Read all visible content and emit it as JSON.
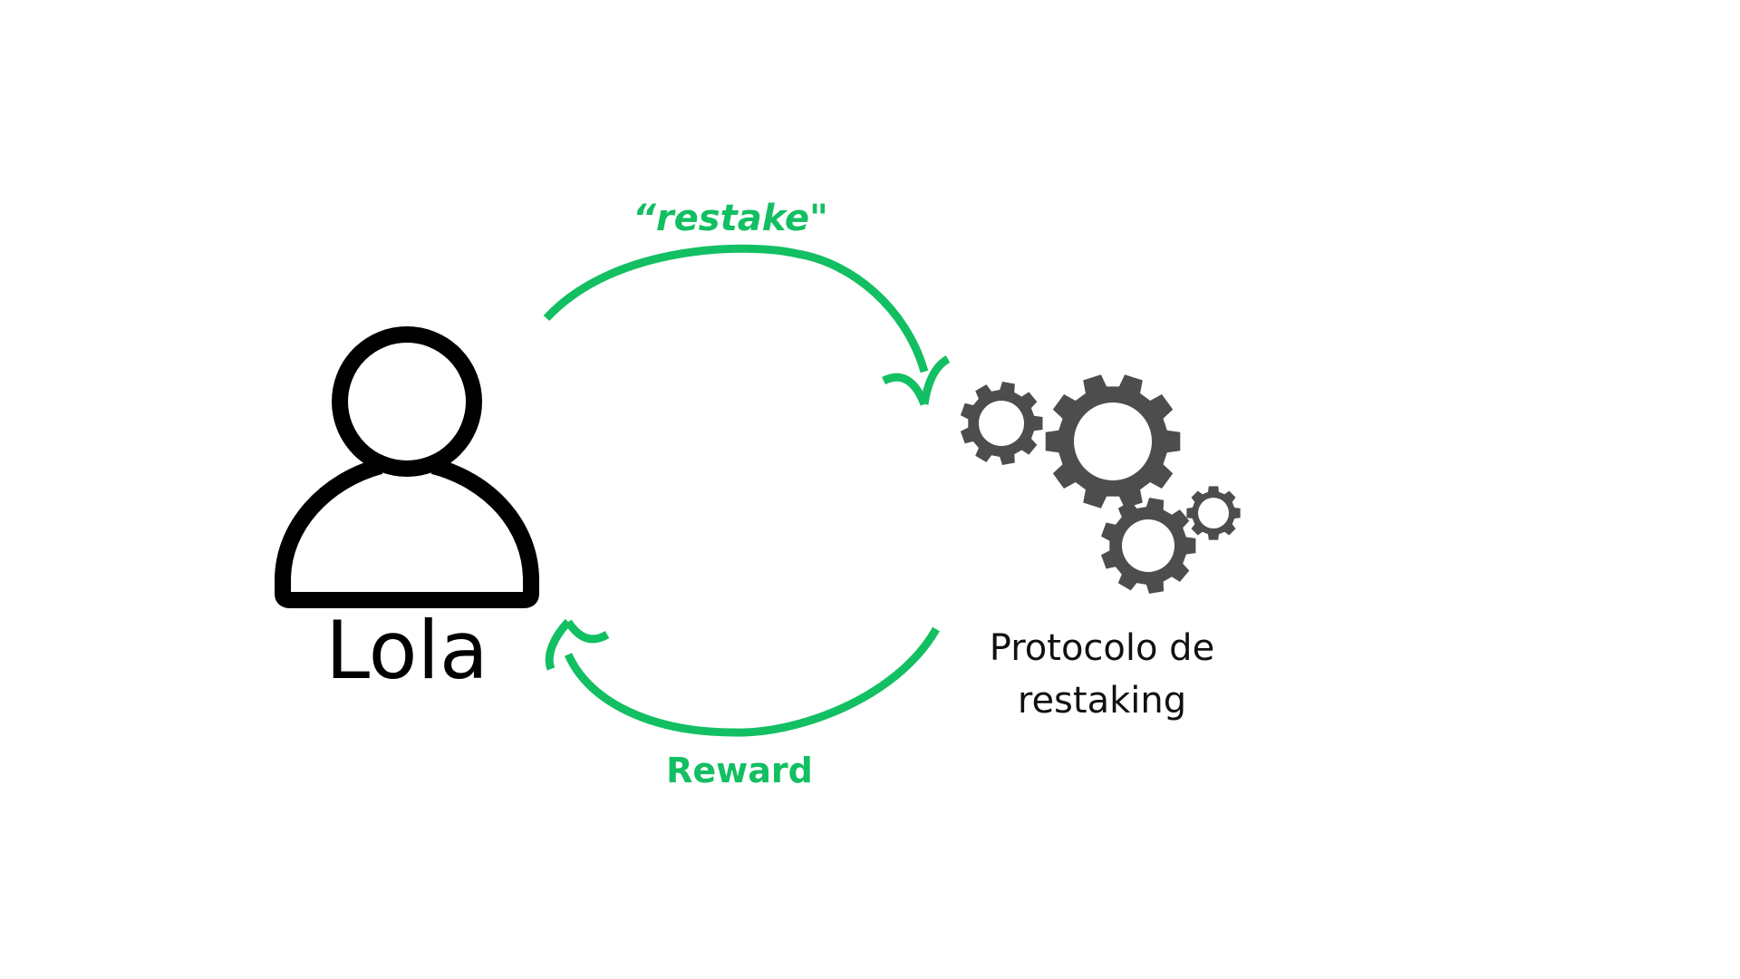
{
  "person": {
    "name": "Lola",
    "icon": "user-icon"
  },
  "protocol": {
    "line1": "Protocolo de",
    "line2": "restaking",
    "icon": "gears-icon"
  },
  "flows": {
    "restake_label": "“restake\"",
    "reward_label": "Reward"
  },
  "colors": {
    "arrow": "#12bf62",
    "gear": "#4d4d4d",
    "person_outline": "#000000"
  }
}
